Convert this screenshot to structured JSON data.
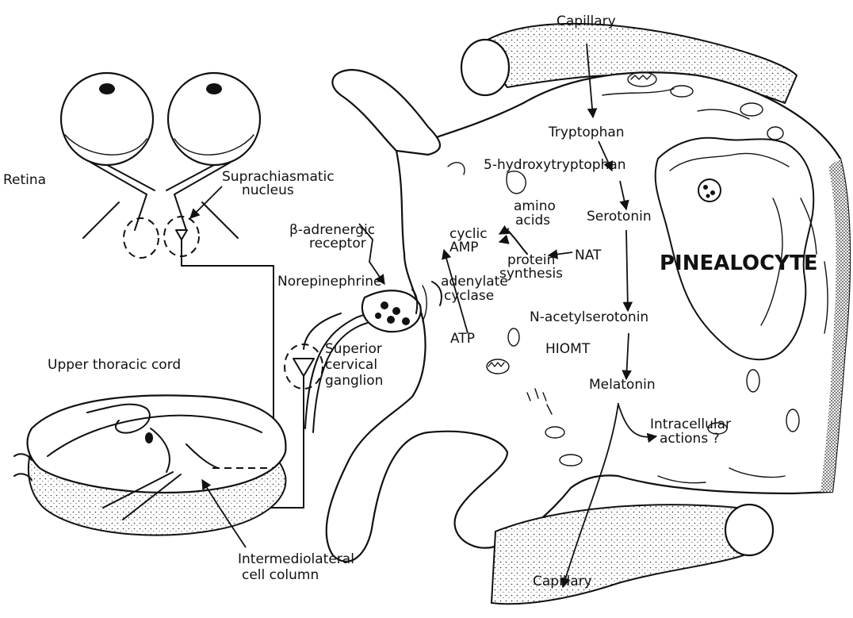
{
  "diagram": {
    "labels": {
      "capillary_top": "Capillary",
      "capillary_bottom": "Capillary",
      "retina": "Retina",
      "suprachiasmatic_1": "Suprachiasmatic",
      "suprachiasmatic_2": "nucleus",
      "beta_receptor_1": "β-adrenergic",
      "beta_receptor_2": "receptor",
      "norepinephrine": "Norepinephrine",
      "superior_1": "Superior",
      "superior_2": "cervical",
      "superior_3": "ganglion",
      "upper_thoracic": "Upper thoracic cord",
      "intermediolateral_1": "Intermediolateral",
      "intermediolateral_2": "cell column",
      "tryptophan": "Tryptophan",
      "hydroxytryptophan": "5-hydroxytryptophan",
      "serotonin": "Serotonin",
      "amino_1": "amino",
      "amino_2": "acids",
      "cyclic_1": "cyclic",
      "cyclic_2": "AMP",
      "protein_1": "protein",
      "protein_2": "synthesis",
      "nat": "NAT",
      "adenylate_1": "adenylate",
      "adenylate_2": "cyclase",
      "pinealocyte": "PINEALOCYTE",
      "n_acetylserotonin": "N-acetylserotonin",
      "atp": "ATP",
      "hiomt": "HIOMT",
      "melatonin": "Melatonin",
      "intracellular_1": "Intracellular",
      "intracellular_2": "actions ?"
    }
  }
}
